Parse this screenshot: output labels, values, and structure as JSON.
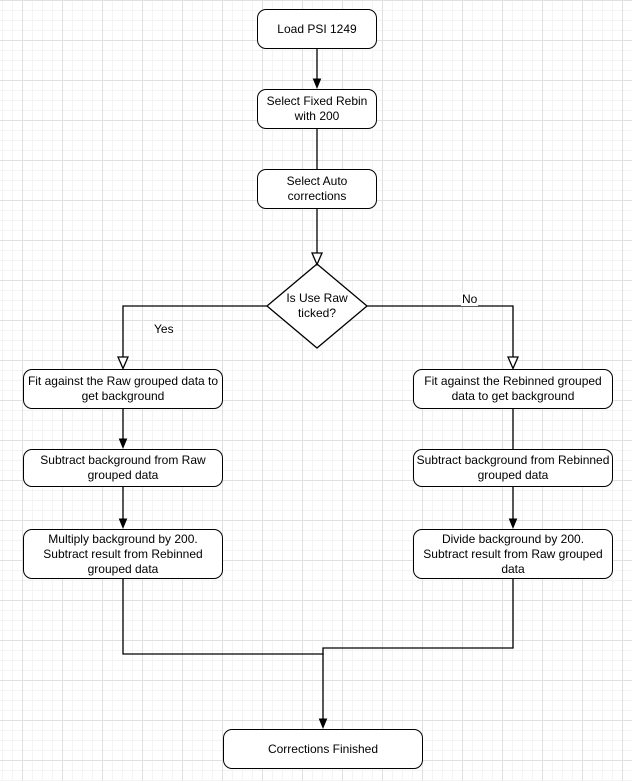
{
  "diagram": {
    "type": "flowchart",
    "colors": {
      "shape_stroke": "#000000",
      "shape_fill": "#ffffff",
      "text": "#000000",
      "grid_major": "#e0e0e0",
      "grid_minor": "#f5f3f3"
    },
    "nodes": {
      "load": {
        "label": "Load PSI 1249"
      },
      "rebin": {
        "label": "Select Fixed Rebin\nwith 200"
      },
      "auto": {
        "label": "Select Auto\ncorrections"
      },
      "decision": {
        "label": "Is Use Raw\nticked?"
      },
      "fit_raw": {
        "label": "Fit against the Raw grouped data to\nget background"
      },
      "subtract_raw": {
        "label": "Subtract background from Raw\ngrouped data"
      },
      "multiply": {
        "label": "Multiply background by 200.\nSubtract result from Rebinned\ngrouped data"
      },
      "fit_rebinned": {
        "label": "Fit against the Rebinned grouped\ndata to get background"
      },
      "subtract_rebinned": {
        "label": "Subtract background from Rebinned\ngrouped data"
      },
      "divide": {
        "label": "Divide background by 200.\nSubtract result from Raw grouped\ndata"
      },
      "finished": {
        "label": "Corrections Finished"
      }
    },
    "edge_labels": {
      "yes": "Yes",
      "no": "No"
    }
  }
}
